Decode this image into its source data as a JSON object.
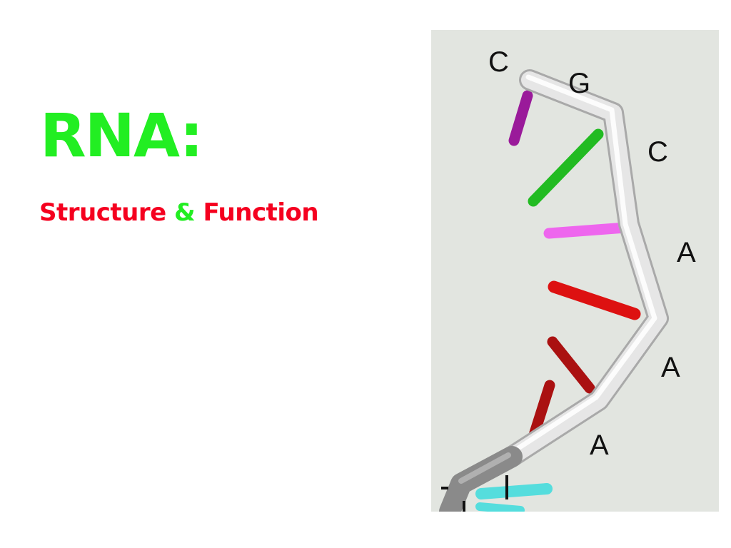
{
  "slide": {
    "title": "RNA:",
    "subtitle_part1": "Structure",
    "subtitle_amp": "&",
    "subtitle_part2": "Function"
  },
  "figure": {
    "bases": [
      {
        "letter": "C",
        "color": "#9a1a9a"
      },
      {
        "letter": "G",
        "color": "#22bb22"
      },
      {
        "letter": "C",
        "color": "#ee66ee"
      },
      {
        "letter": "A",
        "color": "#dd1111"
      },
      {
        "letter": "A",
        "color": "#aa1111"
      },
      {
        "letter": "A",
        "color": "#aa1111"
      }
    ],
    "colors": {
      "backbone": "#e8e8e8",
      "background": "#e2e5e0",
      "title_green": "#22ee22",
      "subtitle_red": "#f5001f",
      "cyan_base": "#55dddd"
    }
  }
}
